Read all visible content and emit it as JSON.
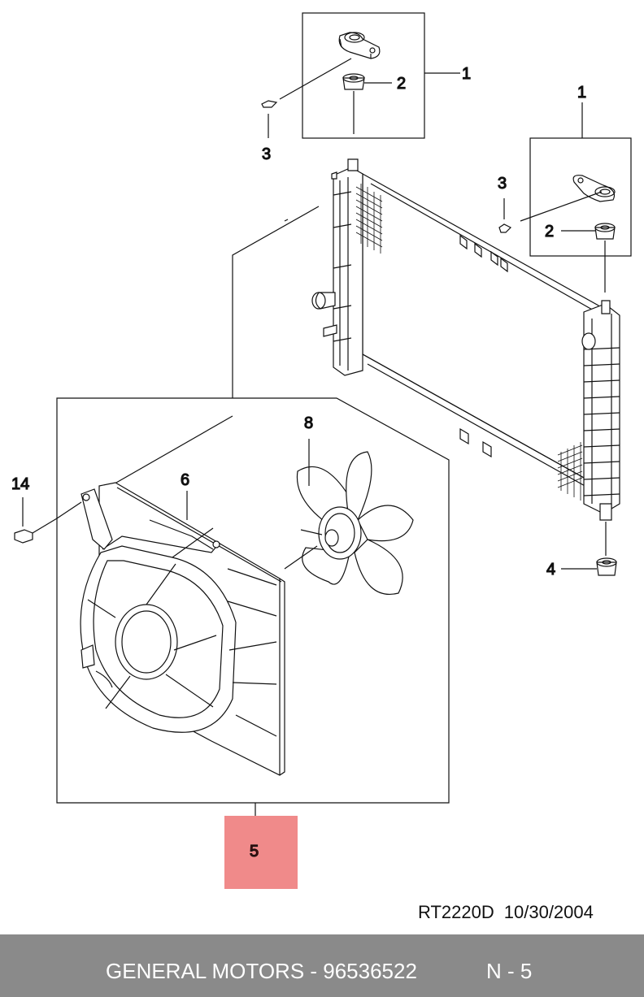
{
  "diagram": {
    "highlight_color": "#f08a8a",
    "line_color": "#111111",
    "callouts": {
      "top_bracket_part": "1",
      "top_insulator": "2",
      "top_bolt": "3",
      "right_bracket_part": "1",
      "right_bolt": "3",
      "right_insulator": "2",
      "bottom_insulator": "4",
      "fan_assembly": "5",
      "shroud": "6",
      "fan_blade": "8",
      "shroud_bolt": "14"
    }
  },
  "sheet": {
    "code": "RT2220D",
    "date": "10/30/2004"
  },
  "footer": {
    "brand_part": "GENERAL MOTORS - 96536522",
    "page": "N - 5"
  }
}
